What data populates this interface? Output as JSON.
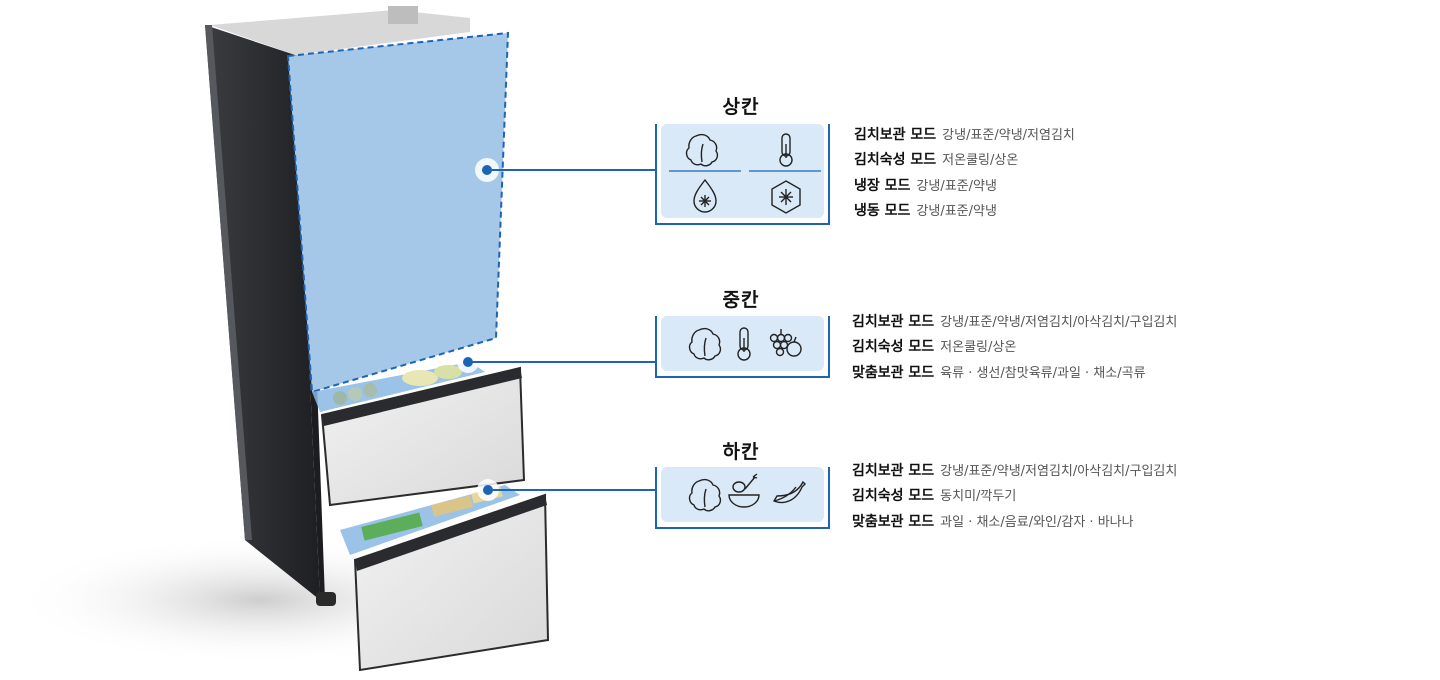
{
  "compartments": [
    {
      "id": "upper",
      "title": "상칸",
      "icons": [
        "cabbage-icon",
        "thermometer-icon",
        "water-drop-snowflake-icon",
        "hexagon-snowflake-icon"
      ],
      "modes": [
        {
          "name": "김치보관 모드",
          "values": "강냉/표준/약냉/저염김치"
        },
        {
          "name": "김치숙성 모드",
          "values": "저온쿨링/상온"
        },
        {
          "name": "냉장 모드",
          "values": "강냉/표준/약냉"
        },
        {
          "name": "냉동 모드",
          "values": "강냉/표준/약냉"
        }
      ]
    },
    {
      "id": "middle",
      "title": "중칸",
      "icons": [
        "cabbage-icon",
        "thermometer-icon",
        "grapes-apple-icon"
      ],
      "modes": [
        {
          "name": "김치보관 모드",
          "values": "강냉/표준/약냉/저염김치/아삭김치/구입김치"
        },
        {
          "name": "김치숙성 모드",
          "values": "저온쿨링/상온"
        },
        {
          "name": "맞춤보관 모드",
          "values": "육류 · 생선/참맛육류/과일 · 채소/곡류"
        }
      ]
    },
    {
      "id": "lower",
      "title": "하칸",
      "icons": [
        "cabbage-icon",
        "vegetable-bowl-icon",
        "banana-icon"
      ],
      "modes": [
        {
          "name": "김치보관 모드",
          "values": "강냉/표준/약냉/저염김치/아삭김치/구입김치"
        },
        {
          "name": "김치숙성 모드",
          "values": "동치미/깍두기"
        },
        {
          "name": "맞춤보관 모드",
          "values": "과일 · 채소/음료/와인/감자 · 바나나"
        }
      ]
    }
  ],
  "colors": {
    "accent": "#1b64b6",
    "highlight_fill": "#a6c8e8",
    "icon_box_fill": "#dae9f7",
    "fridge_body": "#2d2f33",
    "drawer_panel": "#e6e6e6"
  }
}
